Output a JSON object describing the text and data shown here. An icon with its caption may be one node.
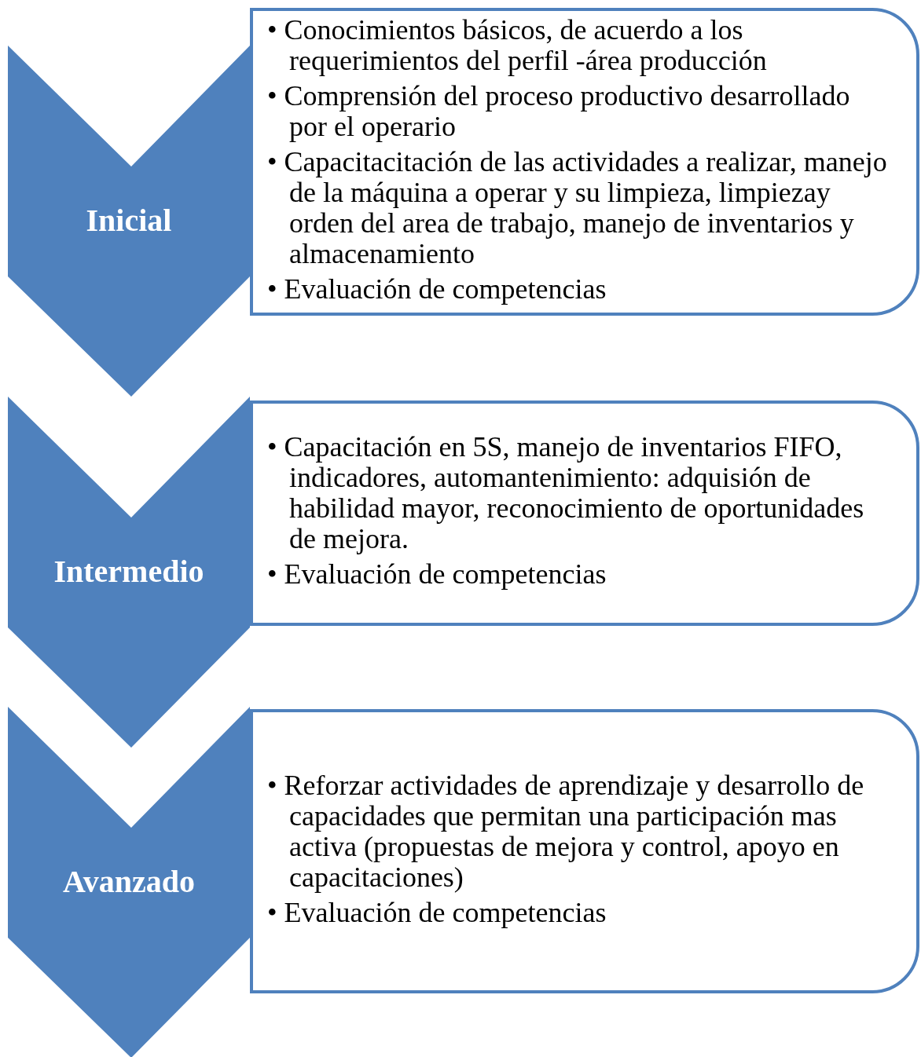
{
  "diagram": {
    "nodes": [
      {
        "text": [
          "Inicial"
        ]
      },
      {
        "text": [
          "• Conocimientos básicos, de acuerdo a los requerimientos del perfil -área producción",
          "• Comprensión del proceso productivo desarrollado por el operario",
          "• Capacitacitación de las actividades a realizar, manejo de la máquina a operar y su limpieza, limpiezay orden del area de trabajo, manejo de inventarios y almacenamiento",
          "• Evaluación de competencias"
        ]
      },
      {
        "text": [
          "Intermedio"
        ]
      },
      {
        "text": [
          "• Capacitación en 5S, manejo de inventarios FIFO, indicadores, automantenimiento: adquisión de habilidad mayor, reconocimiento de oportunidades de mejora.",
          "• Evaluación de competencias"
        ]
      },
      {
        "text": [
          "Avanzado"
        ]
      },
      {
        "text": [
          "• Reforzar actividades de aprendizaje y desarrollo de capacidades que permitan una participación mas activa (propuestas de mejora y control, apoyo en capacitaciones)",
          "• Evaluación de competencias"
        ]
      }
    ],
    "edges": []
  }
}
